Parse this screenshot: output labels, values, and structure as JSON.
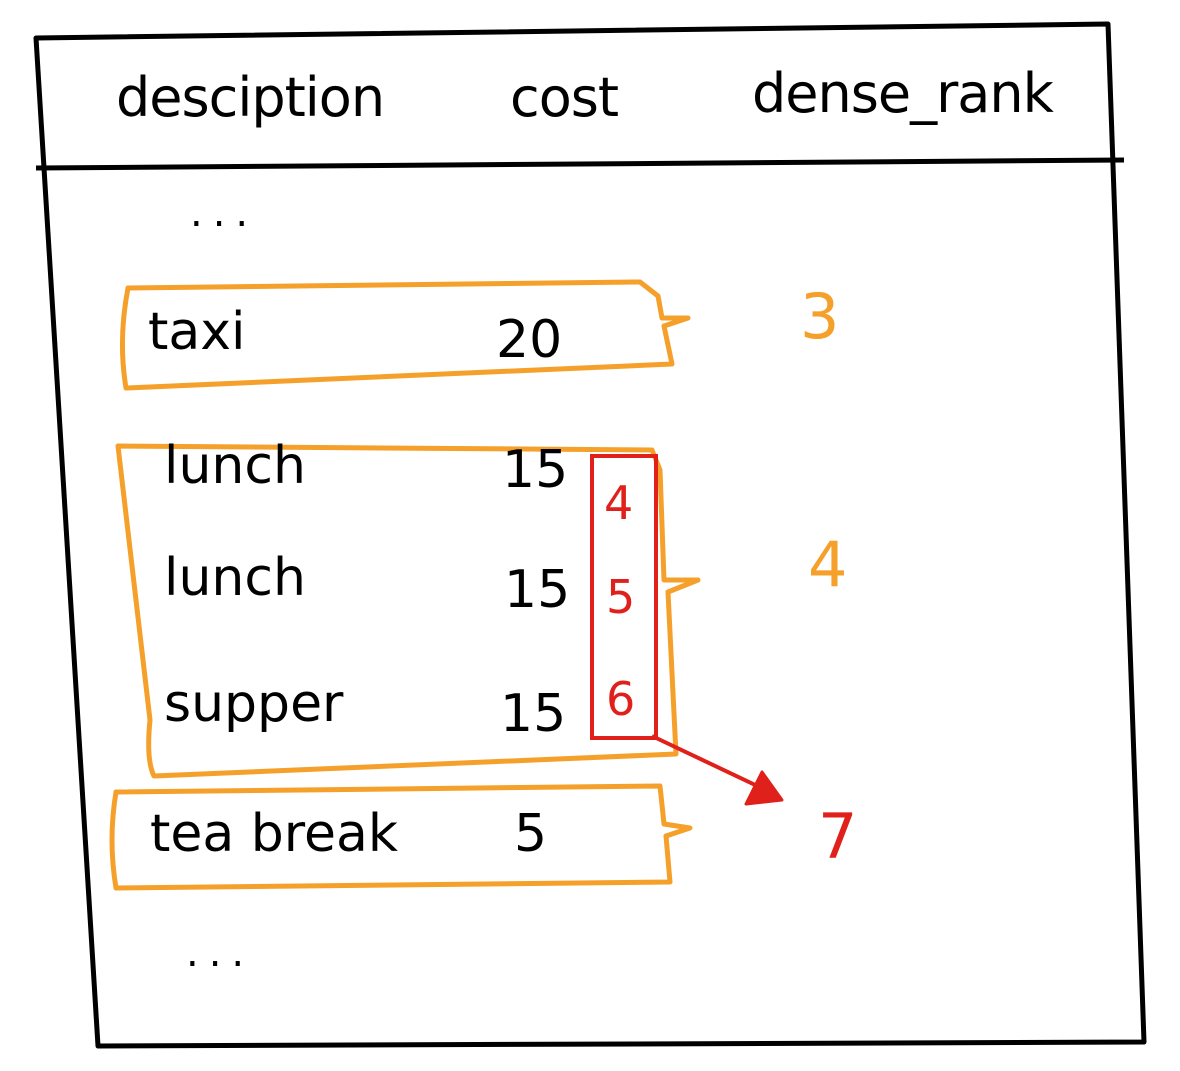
{
  "table": {
    "headers": {
      "description": "desciption",
      "cost": "cost",
      "dense_rank": "dense_rank"
    },
    "ellipsis_top": "...",
    "ellipsis_bottom": "...",
    "rows": [
      {
        "description": "taxi",
        "cost": "20"
      },
      {
        "description": "lunch",
        "cost": "15"
      },
      {
        "description": "lunch",
        "cost": "15"
      },
      {
        "description": "supper",
        "cost": "15"
      },
      {
        "description": "tea break",
        "cost": "5"
      }
    ]
  },
  "group_ranks": [
    "3",
    "4",
    "7"
  ],
  "row_numbers": [
    "4",
    "5",
    "6"
  ],
  "colors": {
    "group_outline": "#F5A02A",
    "row_number_highlight": "#E0201B",
    "table_lines": "#000000"
  }
}
